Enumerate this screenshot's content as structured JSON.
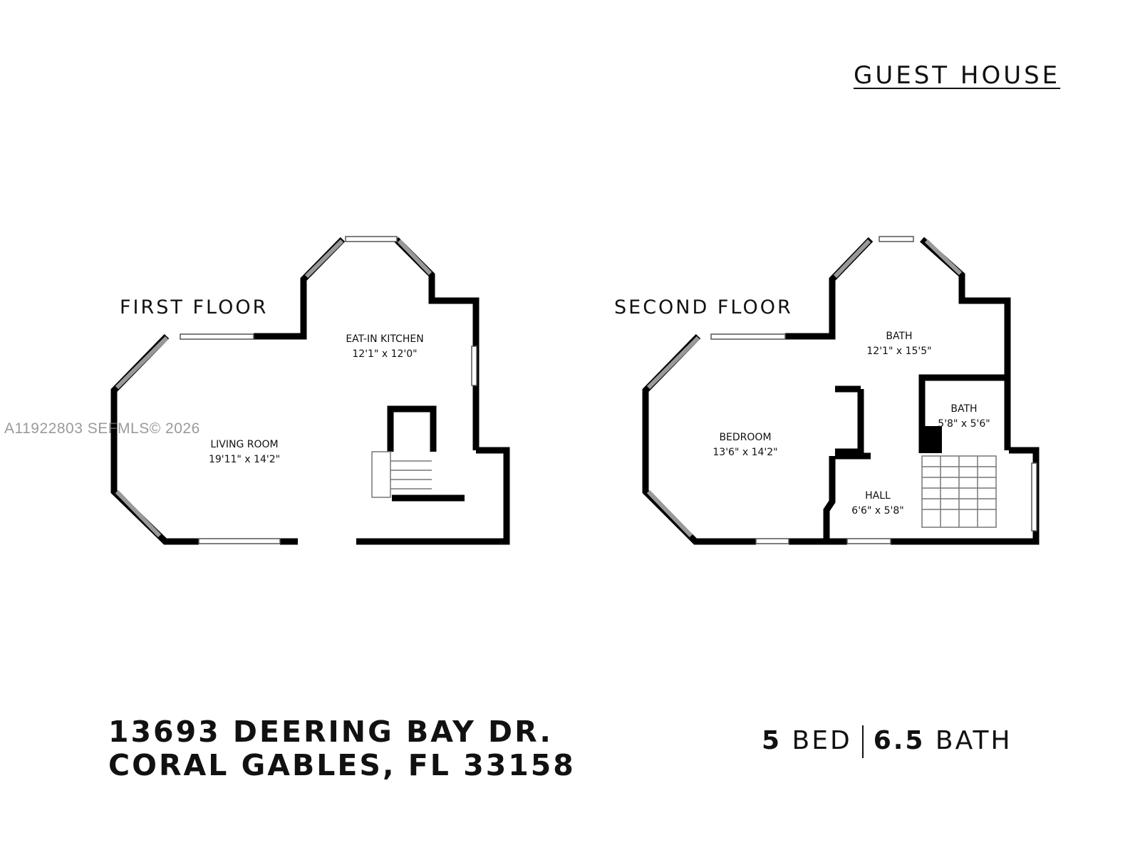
{
  "header": {
    "title": "GUEST HOUSE"
  },
  "floors": [
    {
      "label": "FIRST FLOOR",
      "rooms": [
        {
          "name": "EAT-IN KITCHEN",
          "dims": "12'1\" x 12'0\""
        },
        {
          "name": "LIVING ROOM",
          "dims": "19'11\" x 14'2\""
        }
      ]
    },
    {
      "label": "SECOND FLOOR",
      "rooms": [
        {
          "name": "BATH",
          "dims": "12'1\" x 15'5\""
        },
        {
          "name": "BATH",
          "dims": "5'8\" x 5'6\""
        },
        {
          "name": "BEDROOM",
          "dims": "13'6\" x 14'2\""
        },
        {
          "name": "HALL",
          "dims": "6'6\" x 5'8\""
        }
      ]
    }
  ],
  "address": {
    "line1": "13693 DEERING BAY DR.",
    "line2": "CORAL GABLES, FL 33158"
  },
  "specs": {
    "beds": "5",
    "beds_label": "BED",
    "baths": "6.5",
    "baths_label": "BATH"
  },
  "watermark": "A11922803  SEFMLS© 2026",
  "colors": {
    "wall": "#000000",
    "background": "#ffffff",
    "window": "#888888"
  }
}
